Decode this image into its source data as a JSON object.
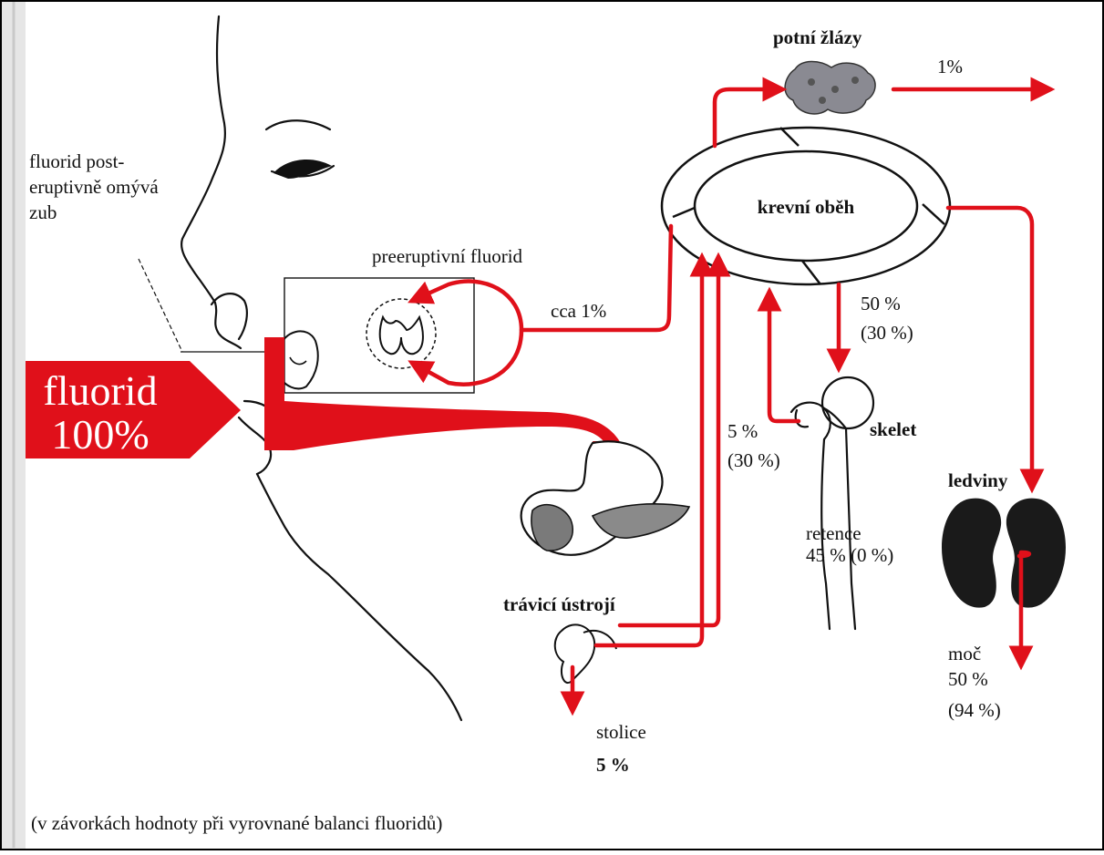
{
  "colors": {
    "flow": "#e0101a",
    "ink": "#111111",
    "organ_dark": "#1a1a1a",
    "gland": "#8a8a92"
  },
  "labels": {
    "fluoride_input_line1": "fluorid",
    "fluoride_input_line2": "100%",
    "post_eruptive_line1": "fluorid post-",
    "post_eruptive_line2": "eruptivně omývá",
    "post_eruptive_line3": "zub",
    "pre_eruptive": "preeruptivní fluorid",
    "pre_eruptive_pct": "cca 1%",
    "sweat_glands": "potní žlázy",
    "sweat_pct": "1%",
    "circulation": "krevní oběh",
    "skeleton_in_line1": "50 %",
    "skeleton_in_line2": "(30 %)",
    "skeleton": "skelet",
    "retention_line1": "retence",
    "retention_line2": "45 % (0 %)",
    "gut_return_line1": "5 %",
    "gut_return_line2": "(30 %)",
    "digestive": "trávicí ústrojí",
    "stool_line1": "stolice",
    "stool_line2": "5 %",
    "kidneys": "ledviny",
    "urine_line1": "moč",
    "urine_line2": "50 %",
    "urine_line3": "(94 %)",
    "footnote": "(v závorkách hodnoty při vyrovnané balanci fluoridů)"
  }
}
